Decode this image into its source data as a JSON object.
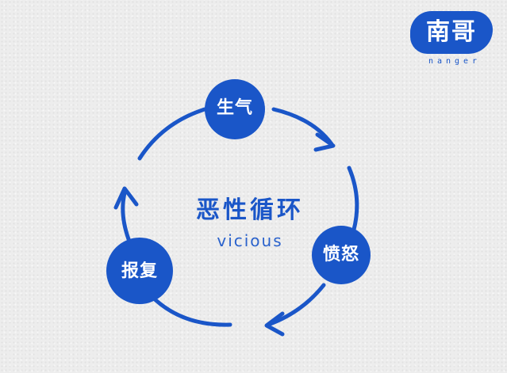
{
  "diagram": {
    "title": "恶性循环",
    "subtitle": "vicious",
    "nodes": [
      {
        "label": "生气"
      },
      {
        "label": "愤怒"
      },
      {
        "label": "报复"
      }
    ]
  },
  "logo": {
    "badge_text": "南哥",
    "sub_text": "nanger"
  },
  "colors": {
    "accent": "#1a56c8",
    "background": "#ededed",
    "node_text": "#ffffff"
  }
}
